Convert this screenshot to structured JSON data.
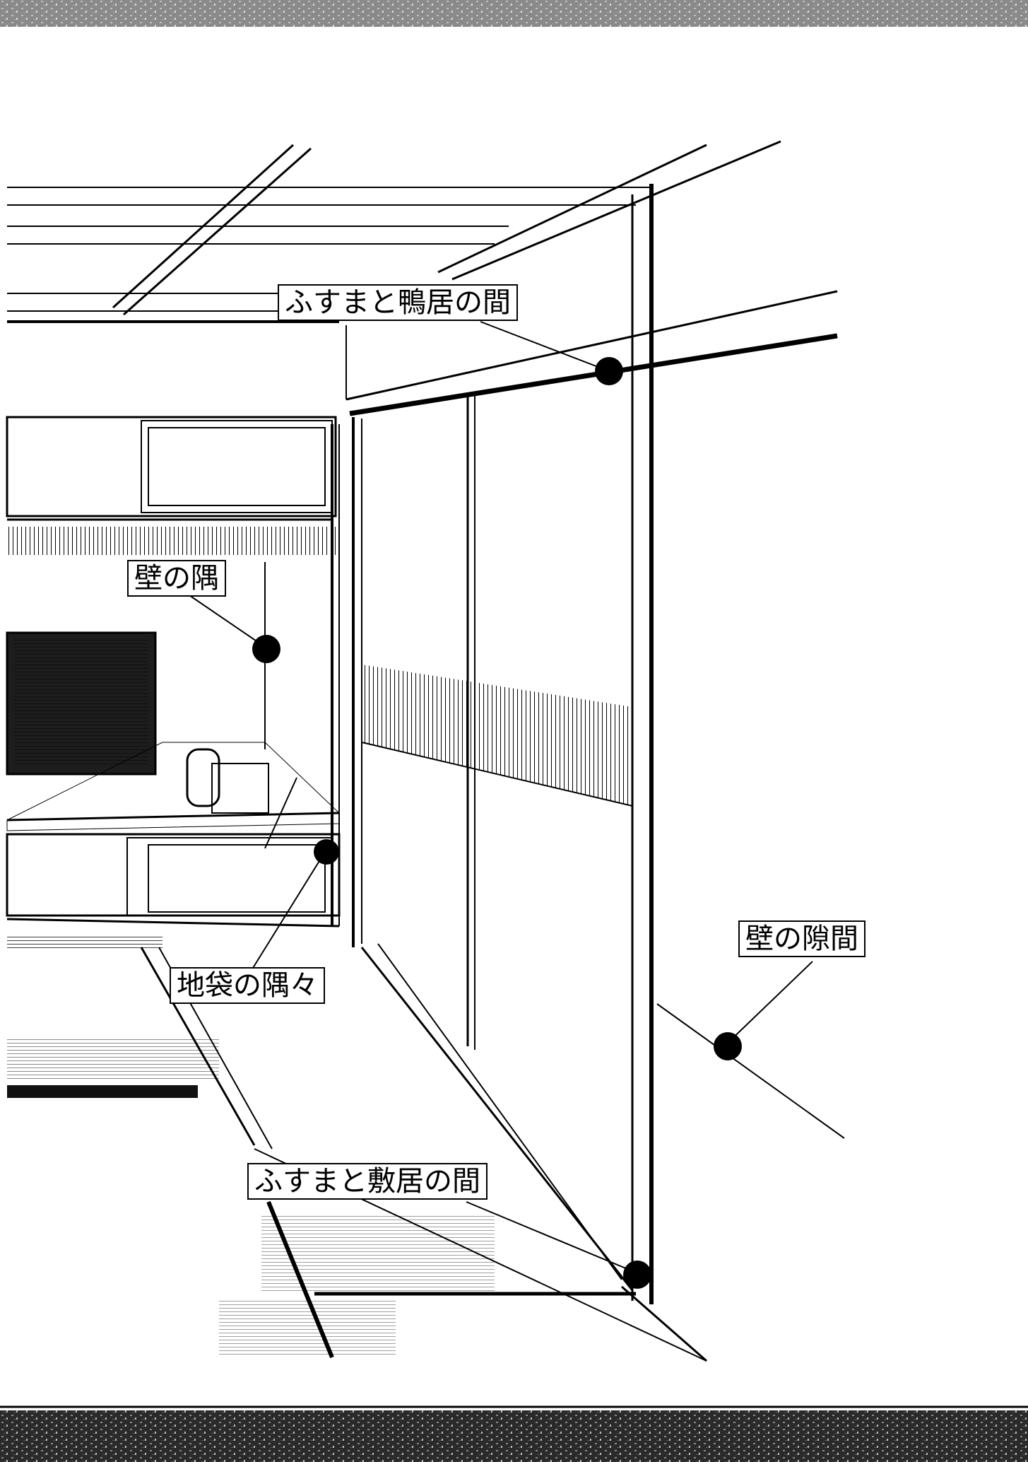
{
  "callouts": [
    {
      "id": "fusuma-kamoi",
      "text": "ふすまと鴨居の間"
    },
    {
      "id": "kabe-sumi",
      "text": "壁の隅"
    },
    {
      "id": "jibukuro-sumizumi",
      "text": "地袋の隅々"
    },
    {
      "id": "kabe-sukima",
      "text": "壁の隙間"
    },
    {
      "id": "fusuma-shikii",
      "text": "ふすまと敷居の間"
    }
  ],
  "colors": {
    "ink": "#000000",
    "paper": "#ffffff",
    "scan_edge": "#1a1a1a"
  }
}
